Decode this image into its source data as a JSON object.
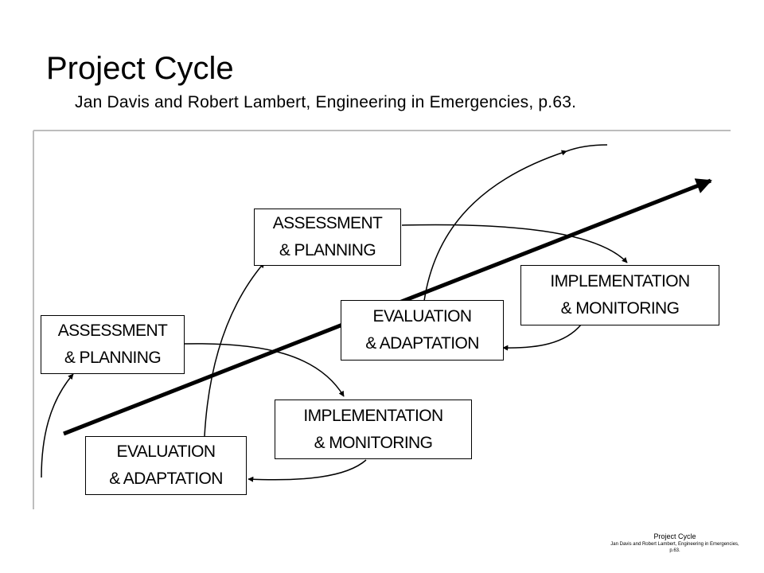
{
  "header": {
    "title": "Project Cycle",
    "subtitle": "Jan Davis and Robert Lambert, Engineering in Emergencies, p.63."
  },
  "diagram": {
    "boxes": [
      {
        "line1": "ASSESSMENT",
        "line2": "& PLANNING"
      },
      {
        "line1": "IMPLEMENTATION",
        "line2": "& MONITORING"
      },
      {
        "line1": "EVALUATION",
        "line2": "& ADAPTATION"
      },
      {
        "line1": "ASSESSMENT",
        "line2": "& PLANNING"
      },
      {
        "line1": "IMPLEMENTATION",
        "line2": "& MONITORING"
      },
      {
        "line1": "EVALUATION",
        "line2": "& ADAPTATION"
      }
    ]
  },
  "footer": {
    "title": "Project Cycle",
    "citation_line1": "Jan Davis and Robert Lambert, Engineering in Emergencies,",
    "citation_line2": "p.63."
  }
}
